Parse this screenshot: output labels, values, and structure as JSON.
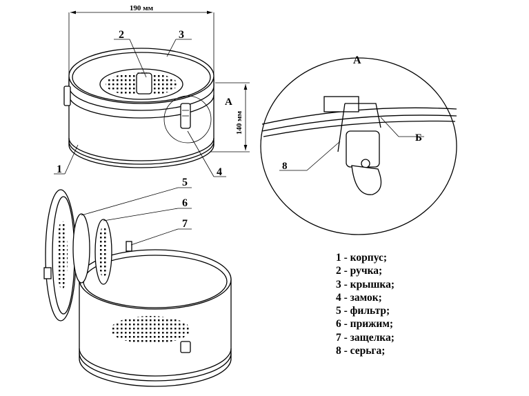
{
  "dimensions": {
    "width": "190 мм",
    "height": "140 мм"
  },
  "view_labels": {
    "detail": "А",
    "detail_view": "А",
    "callout_b": "Б"
  },
  "callouts": [
    "1",
    "2",
    "3",
    "4",
    "5",
    "6",
    "7",
    "8"
  ],
  "legend": [
    "1 - корпус;",
    "2 - ручка;",
    "3 - крышка;",
    "4 - замок;",
    "5 - фильтр;",
    "6 - прижим;",
    "7 - защелка;",
    "8 - серьга;"
  ]
}
